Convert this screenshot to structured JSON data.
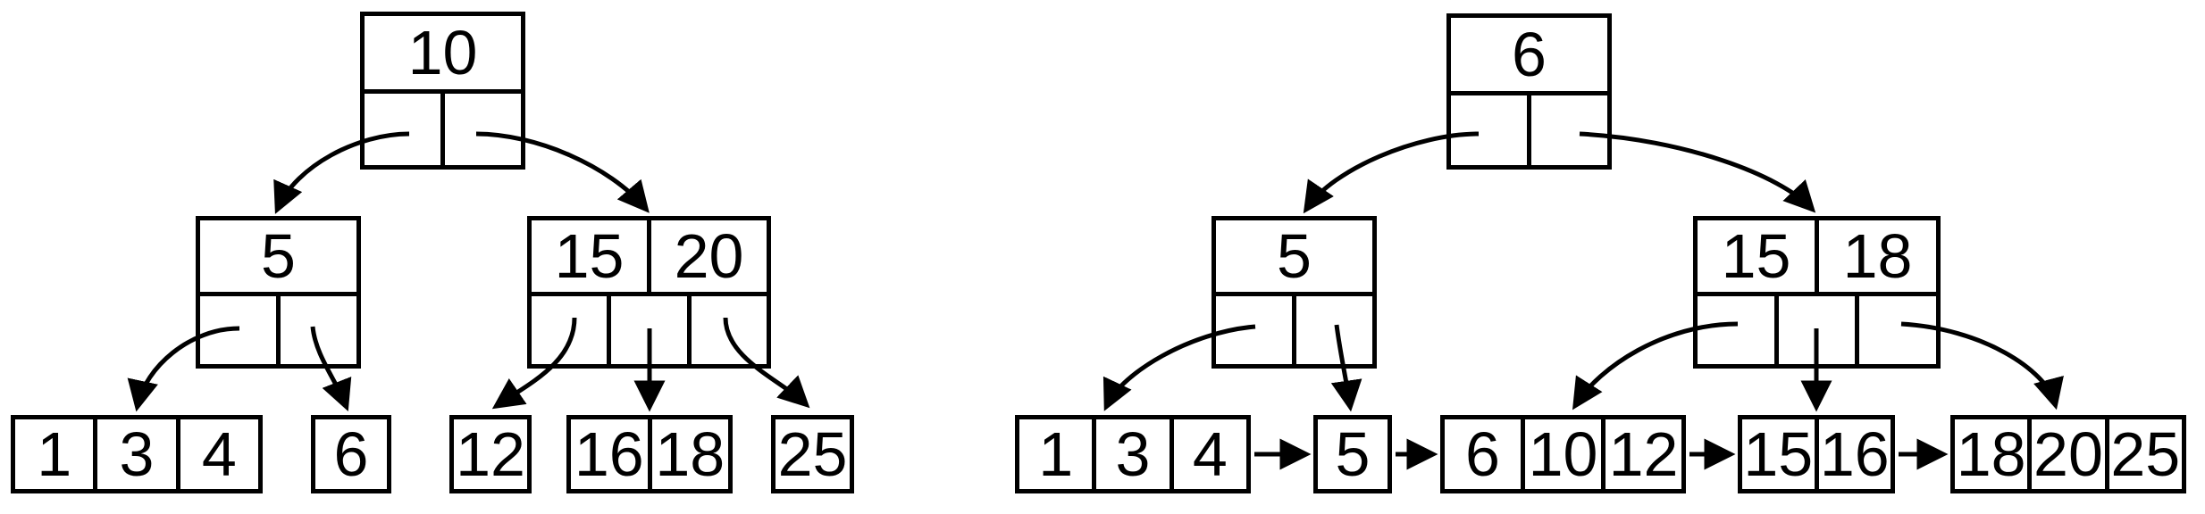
{
  "left_tree": {
    "description": "b-tree",
    "root": {
      "keys": [
        "10"
      ]
    },
    "level2": [
      {
        "keys": [
          "5"
        ]
      },
      {
        "keys": [
          "15",
          "20"
        ]
      }
    ],
    "leaves": [
      {
        "keys": [
          "1",
          "3",
          "4"
        ]
      },
      {
        "keys": [
          "6"
        ]
      },
      {
        "keys": [
          "12"
        ]
      },
      {
        "keys": [
          "16",
          "18"
        ]
      },
      {
        "keys": [
          "25"
        ]
      }
    ]
  },
  "right_tree": {
    "description": "b-plus-tree-with-linked-leaves",
    "root": {
      "keys": [
        "6"
      ]
    },
    "level2": [
      {
        "keys": [
          "5"
        ]
      },
      {
        "keys": [
          "15",
          "18"
        ]
      }
    ],
    "leaves": [
      {
        "keys": [
          "1",
          "3",
          "4"
        ]
      },
      {
        "keys": [
          "5"
        ]
      },
      {
        "keys": [
          "6",
          "10",
          "12"
        ]
      },
      {
        "keys": [
          "15",
          "16"
        ]
      },
      {
        "keys": [
          "18",
          "20",
          "25"
        ]
      }
    ]
  },
  "colors": {
    "stroke": "#000000",
    "background": "#ffffff"
  }
}
